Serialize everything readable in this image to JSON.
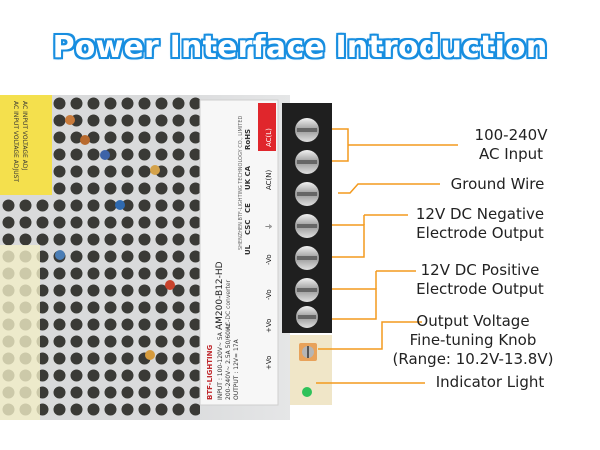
{
  "title": "Power Interface Introduction",
  "labels": {
    "ac_input": [
      "100-240V",
      "AC Input"
    ],
    "ground": [
      "Ground Wire"
    ],
    "negative": [
      "12V DC Negative",
      "Electrode Output"
    ],
    "positive": [
      "12V DC Positive",
      "Electrode Output"
    ],
    "knob": [
      "Output Voltage",
      "Fine-tuning Knob",
      "(Range: 10.2V-13.8V)"
    ],
    "indicator": [
      "Indicator Light"
    ]
  },
  "product_label": {
    "brand": "BTF-LIGHTING",
    "model": "AM200-B12-HD",
    "type": "AC-DC converter",
    "input": "INPUT : 100-120V~ 5A",
    "input2": "200-240V~ 2.5A 50/60Hz",
    "output": "OUTPUT : 12V= 17A",
    "company": "SHENZHEN BTF-LIGHTING TECHNOLOGY CO., LIMITED",
    "terminals": [
      "AC(L)",
      "AC(N)",
      "⏚",
      "-Vo",
      "-Vo",
      "+Vo",
      "+Vo"
    ],
    "marks": [
      "RoHS",
      "UK CA",
      "CE",
      "CSC",
      "UL"
    ]
  },
  "warning_label": [
    "AC INPUT VOLTAGE ADJUST",
    "AC INPUT VOLTAGE ADJ"
  ],
  "colors": {
    "title_fill": "#ffffff",
    "title_outline": "#1a8fe0",
    "leader": "#f39a1e"
  }
}
